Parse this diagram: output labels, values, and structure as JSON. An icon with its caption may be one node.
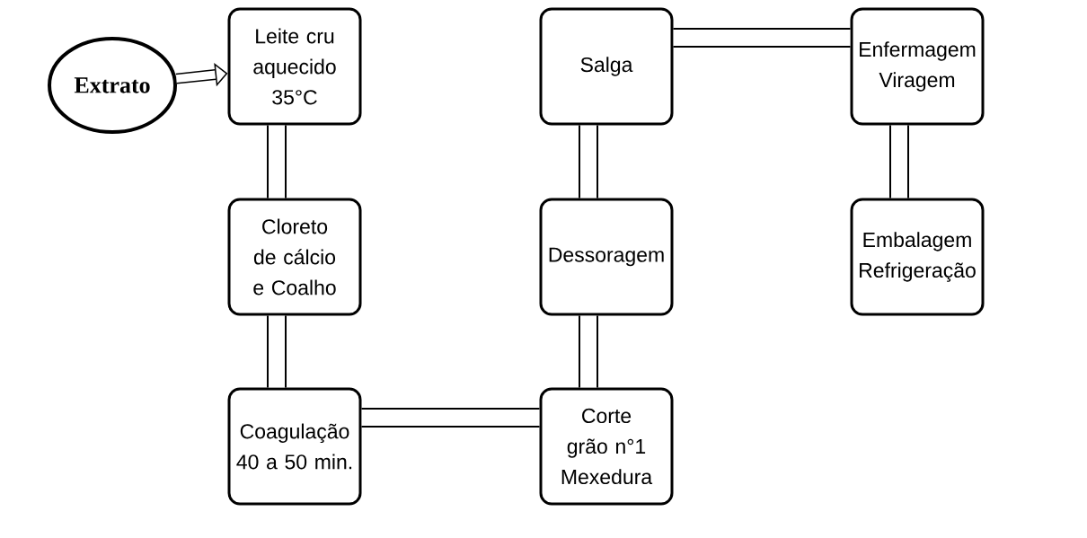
{
  "diagram": {
    "nodes": [
      {
        "text": [
          "Extrato"
        ]
      },
      {
        "text": [
          "Leite cru aquecido 35°C"
        ]
      },
      {
        "text": [
          "Cloreto de cálcio e Coalho"
        ]
      },
      {
        "text": [
          "Coagulação 40 a 50 min."
        ]
      },
      {
        "text": [
          "Corte grão n°1 Mexedura"
        ]
      },
      {
        "text": [
          "Dessoragem"
        ]
      },
      {
        "text": [
          "Salga"
        ]
      },
      {
        "text": [
          "Enfermagem Viragem"
        ]
      },
      {
        "text": [
          "Embalagem Refrigeração"
        ]
      }
    ],
    "edges": [
      {
        "from": 0,
        "to": 1,
        "arrow": "to"
      },
      {
        "from": 1,
        "to": 2,
        "arrow": "none"
      },
      {
        "from": 2,
        "to": 3,
        "arrow": "none"
      },
      {
        "from": 3,
        "to": 4,
        "arrow": "none"
      },
      {
        "from": 4,
        "to": 5,
        "arrow": "none"
      },
      {
        "from": 5,
        "to": 6,
        "arrow": "none"
      },
      {
        "from": 6,
        "to": 7,
        "arrow": "none"
      },
      {
        "from": 7,
        "to": 8,
        "arrow": "none"
      }
    ]
  }
}
